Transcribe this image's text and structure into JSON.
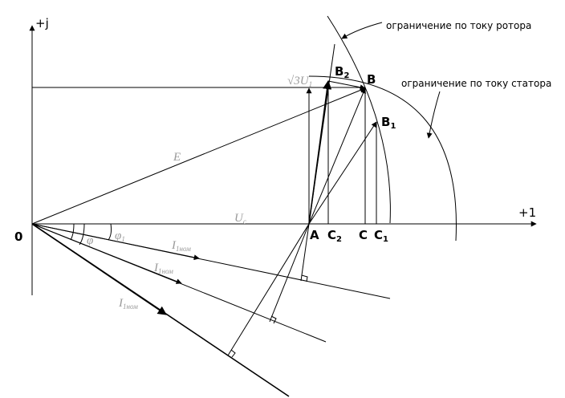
{
  "axes": {
    "imag_label": "+j",
    "real_label": "+1",
    "origin_label": "0"
  },
  "points": {
    "A": "A",
    "B": "B",
    "B1": "B",
    "B1_sub": "1",
    "B2": "B",
    "B2_sub": "2",
    "C": "C",
    "C1": "C",
    "C1_sub": "1",
    "C2": "C",
    "C2_sub": "2"
  },
  "vectors": {
    "E": "E",
    "U": "U",
    "U_sub": "c",
    "sqrt3": "√3U",
    "sqrt3_sub": "1",
    "I1": "I",
    "I1_sub": "1ном",
    "I2": "I",
    "I2_sub": "1ном",
    "I3": "I",
    "I3_sub": "1ном"
  },
  "angles": {
    "phi": "φ",
    "phi1": "φ",
    "phi1_sub": "1"
  },
  "annotations": {
    "rotor": "ограничение по току ротора",
    "stator": "ограничение по току статора"
  }
}
